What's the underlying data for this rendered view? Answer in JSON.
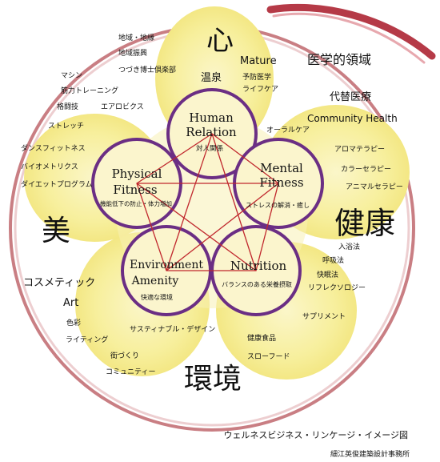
{
  "corners": {
    "heart": "心",
    "beauty": "美",
    "health": "健康",
    "environment": "環境"
  },
  "pentagon_nodes": [
    {
      "title_line1": "Human",
      "title_line2": "Relation",
      "subtitle": "対人関係"
    },
    {
      "title_line1": "Mental",
      "title_line2": "Fitness",
      "subtitle": "ストレスの解消・癒し"
    },
    {
      "title_line1": "Nutrition",
      "title_line2": "",
      "subtitle": "バランスのある栄養摂取"
    },
    {
      "title_line1": "Environment",
      "title_line2": "Amenity",
      "subtitle": "快適な環境"
    },
    {
      "title_line1": "Physical",
      "title_line2": "Fitness",
      "subtitle": "機能低下の防止・体力増加"
    }
  ],
  "labels": {
    "top": [
      "地域・地縁",
      "地域振興",
      "つづき博士倶楽部",
      "温泉",
      "Mature",
      "予防医学",
      "ライフケア"
    ],
    "left": [
      "マシン",
      "筋力トレーニング",
      "格闘技",
      "エアロビクス",
      "ストレッチ",
      "ダンスフィットネス",
      "バイオメトリクス",
      "ダイエットプログラム"
    ],
    "right_upper": [
      "医学的領域",
      "代替医療",
      "Community Health",
      "オーラルケア",
      "アロマテラピー",
      "カラーセラピー",
      "アニマルセラピー"
    ],
    "right_lower": [
      "入浴法",
      "呼吸法",
      "快眠法",
      "リフレクソロジー",
      "サプリメント",
      "健康食品",
      "スローフード"
    ],
    "left_lower": [
      "コスメティック",
      "Art",
      "色彩",
      "ライティング",
      "サスティナブル・デザイン",
      "街づくり",
      "コミュニティー"
    ]
  },
  "caption": {
    "title": "ウェルネスビジネス・リンケージ・イメージ図",
    "credit": "細江英俊建築設計事務所"
  }
}
